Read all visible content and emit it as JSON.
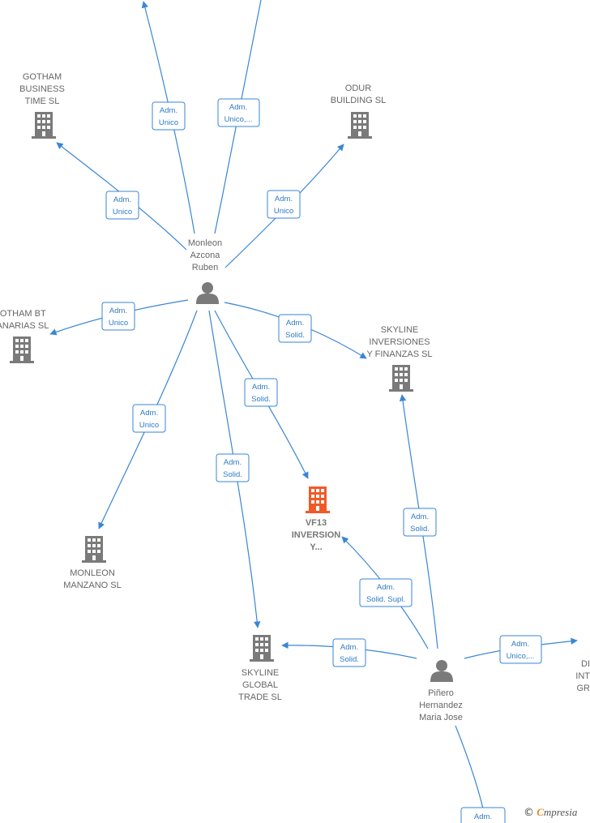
{
  "colors": {
    "edge": "#3a86d4",
    "building": "#7a7a7a",
    "highlight": "#f05a28",
    "person": "#7a7a7a"
  },
  "nodes": [
    {
      "id": "gotham_business",
      "type": "company",
      "lines": [
        "GOTHAM",
        "BUSINESS",
        "TIME  SL"
      ]
    },
    {
      "id": "odur",
      "type": "company",
      "lines": [
        "ODUR",
        "BUILDING SL"
      ]
    },
    {
      "id": "monleon_person",
      "type": "person",
      "lines": [
        "Monleon",
        "Azcona",
        "Ruben"
      ]
    },
    {
      "id": "gotham_bt",
      "type": "company",
      "lines": [
        "GOTHAM BT",
        "CANARIAS  SL"
      ]
    },
    {
      "id": "skyline_inv",
      "type": "company",
      "lines": [
        "SKYLINE",
        "INVERSIONES",
        "Y FINANZAS  SL"
      ]
    },
    {
      "id": "vf13",
      "type": "company-highlight",
      "lines": [
        "VF13",
        "INVERSION",
        "Y..."
      ]
    },
    {
      "id": "monleon_manzano",
      "type": "company",
      "lines": [
        "MONLEON",
        "MANZANO  SL"
      ]
    },
    {
      "id": "skyline_global",
      "type": "company",
      "lines": [
        "SKYLINE",
        "GLOBAL",
        "TRADE  SL"
      ]
    },
    {
      "id": "pinero_person",
      "type": "person",
      "lines": [
        "Piñero",
        "Hernandez",
        "Maria Jose"
      ]
    },
    {
      "id": "di_partial",
      "type": "company-partial",
      "lines": [
        "DI",
        "INT",
        "GR"
      ]
    }
  ],
  "edges": [
    {
      "id": "e1",
      "lines": [
        "Adm.",
        "Unico"
      ]
    },
    {
      "id": "e2",
      "lines": [
        "Adm.",
        "Unico,..."
      ]
    },
    {
      "id": "e3",
      "lines": [
        "Adm.",
        "Unico"
      ]
    },
    {
      "id": "e4",
      "lines": [
        "Adm.",
        "Unico"
      ]
    },
    {
      "id": "e5",
      "lines": [
        "Adm.",
        "Unico"
      ]
    },
    {
      "id": "e6",
      "lines": [
        "Adm.",
        "Solid."
      ]
    },
    {
      "id": "e7",
      "lines": [
        "Adm.",
        "Solid."
      ]
    },
    {
      "id": "e8",
      "lines": [
        "Adm.",
        "Unico"
      ]
    },
    {
      "id": "e9",
      "lines": [
        "Adm.",
        "Solid."
      ]
    },
    {
      "id": "e10",
      "lines": [
        "Adm.",
        "Solid."
      ]
    },
    {
      "id": "e11",
      "lines": [
        "Adm.",
        "Solid. Supl."
      ]
    },
    {
      "id": "e12",
      "lines": [
        "Adm.",
        "Solid."
      ]
    },
    {
      "id": "e13",
      "lines": [
        "Adm.",
        "Unico,..."
      ]
    },
    {
      "id": "e14",
      "lines": [
        "Adm."
      ]
    }
  ],
  "footer": {
    "copyright": "©",
    "brand_first": "C",
    "brand_rest": "mpresia"
  }
}
